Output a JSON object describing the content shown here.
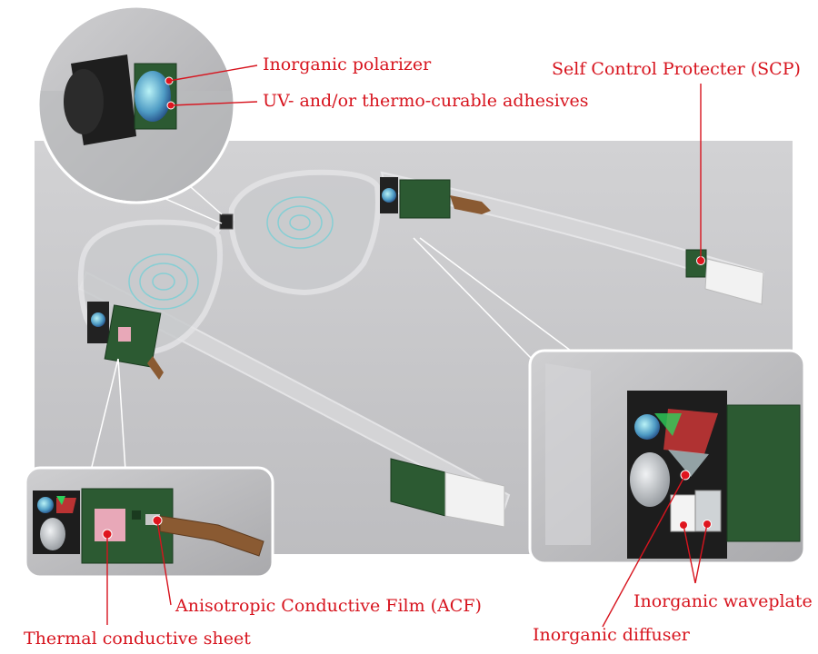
{
  "labels": {
    "inorganic_polarizer": "Inorganic polarizer",
    "uv_adhesives": "UV- and/or thermo-curable adhesives",
    "scp": "Self Control Protecter (SCP)",
    "acf": "Anisotropic Conductive Film (ACF)",
    "thermal_sheet": "Thermal conductive sheet",
    "waveplate": "Inorganic waveplate",
    "diffuser": "Inorganic diffuser"
  },
  "colors": {
    "annotation": "#d7141e",
    "background_panel": "#c8c8ca",
    "pcb_green": "#2c5a32",
    "flex_cable": "#8a5a32",
    "lens_cyan": "#5fd0d8"
  }
}
